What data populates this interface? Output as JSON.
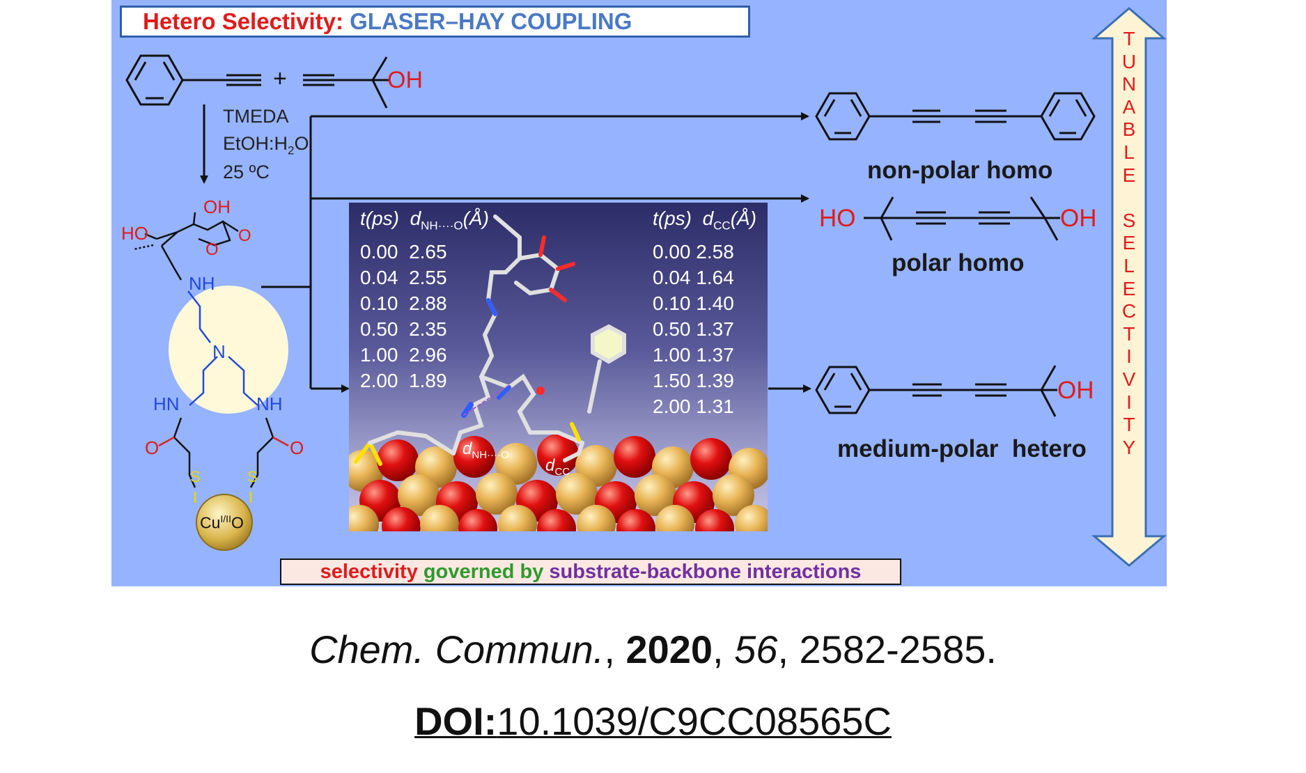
{
  "title": {
    "part1": "Hetero Selectivity:",
    "part2": "GLASER–HAY COUPLING"
  },
  "reaction": {
    "plus": "+",
    "oh_label": "OH",
    "conditions": [
      "TMEDA",
      "EtOH:H",
      "2",
      "O",
      "25 ºC"
    ]
  },
  "catalyst": {
    "oh": "OH",
    "ho": "HO",
    "o_ring": "O",
    "o_methoxy": "O",
    "nh_top": "NH",
    "n_center": "N",
    "hn_left": "HN",
    "nh_right": "NH",
    "o_left": "O",
    "o_right": "O",
    "s_left": "S",
    "s_right": "S",
    "cu": "Cu",
    "cu_sup": "I/II",
    "cu_o": "O"
  },
  "products": [
    {
      "label": "non-polar homo"
    },
    {
      "label": "polar homo",
      "ho": "HO",
      "oh": "OH"
    },
    {
      "label": "medium-polar  hetero",
      "oh": "OH"
    }
  ],
  "md": {
    "left_header": {
      "t": "t",
      "ps": "(ps)",
      "d": "d",
      "sub": "NH····O",
      "unit": "(Å)"
    },
    "left_rows": [
      [
        "0.00",
        "2.65"
      ],
      [
        "0.04",
        "2.55"
      ],
      [
        "0.10",
        "2.88"
      ],
      [
        "0.50",
        "2.35"
      ],
      [
        "1.00",
        "2.96"
      ],
      [
        "2.00",
        "1.89"
      ]
    ],
    "right_header": {
      "t": "t",
      "ps": "(ps)",
      "d": "d",
      "sub": "CC",
      "unit": "(Å)"
    },
    "right_rows": [
      [
        "0.00",
        "2.58"
      ],
      [
        "0.04",
        "1.64"
      ],
      [
        "0.10",
        "1.40"
      ],
      [
        "0.50",
        "1.37"
      ],
      [
        "1.00",
        "1.37"
      ],
      [
        "1.50",
        "1.39"
      ],
      [
        "2.00",
        "1.31"
      ]
    ],
    "label_dnh": "d",
    "label_dnh_sub": "NH····O",
    "label_dcc": "d",
    "label_dcc_sub": "CC"
  },
  "selectivity": {
    "red": "selectivity",
    "green": "governed by",
    "purple": "substrate-backbone interactions"
  },
  "tunable": "TUNABLE SELECTIVITY",
  "citation": {
    "journal": "Chem. Commun.",
    "sep1": ", ",
    "year": "2020",
    "sep2": ", ",
    "volume": "56",
    "pages": ", 2582-2585.",
    "doi_label": "DOI:",
    "doi": "10.1039/C9CC08565C"
  },
  "colors": {
    "panel": "#96b3ff",
    "red": "#e01b1b",
    "blue": "#4a79c4",
    "arrow": "#fff3d6"
  }
}
